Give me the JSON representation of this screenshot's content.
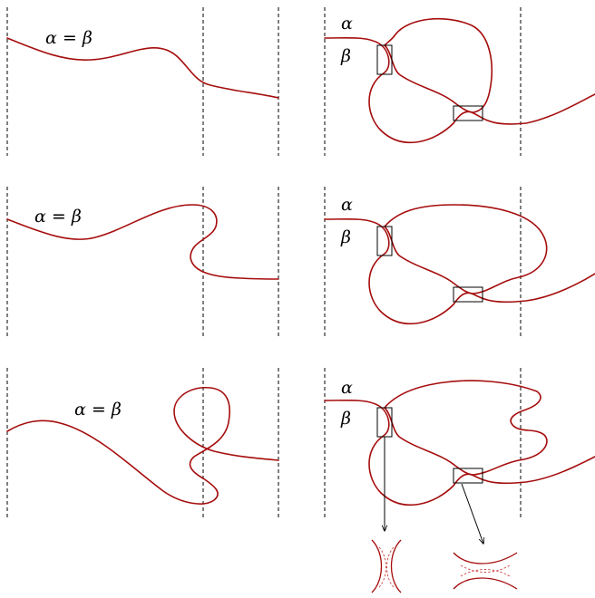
{
  "labels": {
    "equal_label": "α = β",
    "alpha": "α",
    "beta": "β"
  },
  "colors": {
    "curve": "#a50d0d",
    "guides": "#000000"
  }
}
